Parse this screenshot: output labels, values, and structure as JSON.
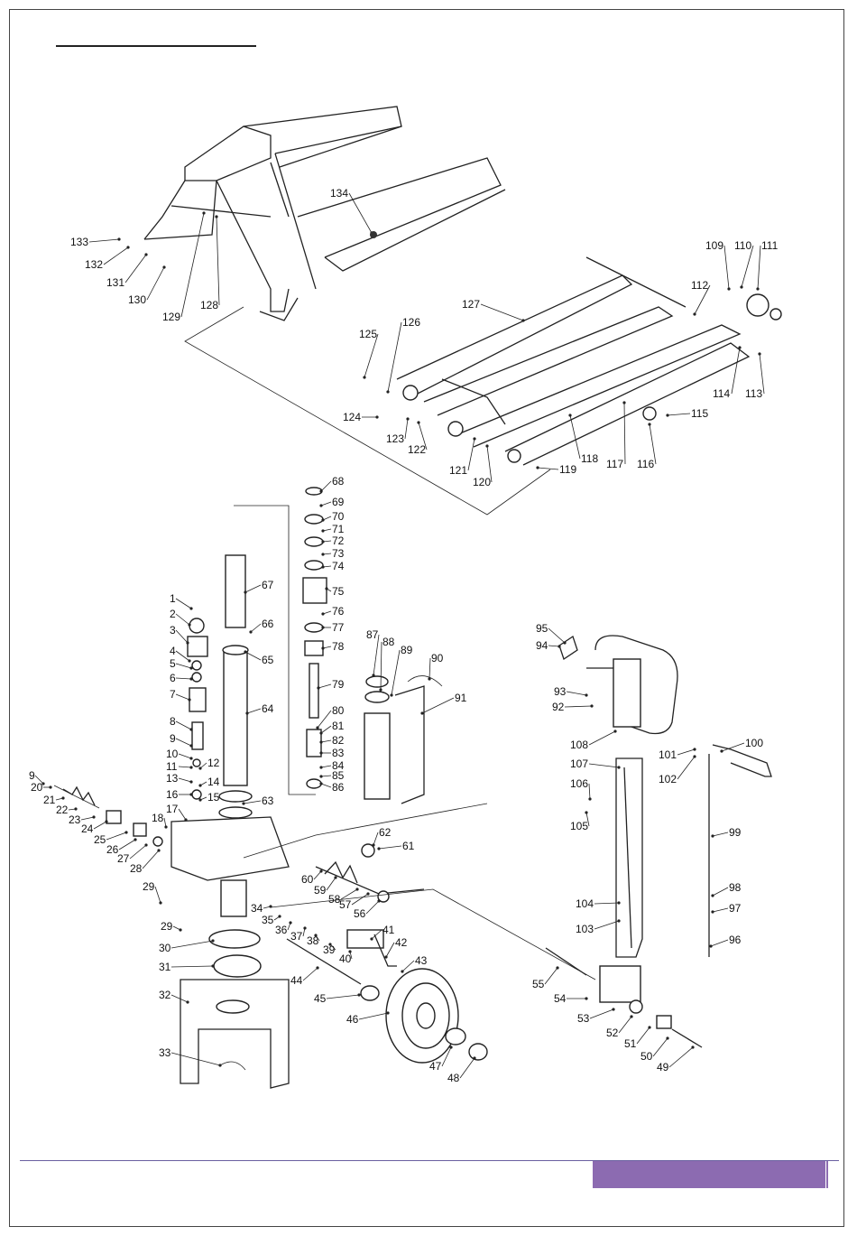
{
  "page": {
    "footer_color": "#8c6bb1"
  },
  "diagram": {
    "callouts": [
      {
        "id": "c1",
        "text": "1"
      },
      {
        "id": "c2",
        "text": "2"
      },
      {
        "id": "c3",
        "text": "3"
      },
      {
        "id": "c4",
        "text": "4"
      },
      {
        "id": "c5",
        "text": "5"
      },
      {
        "id": "c6",
        "text": "6"
      },
      {
        "id": "c7",
        "text": "7"
      },
      {
        "id": "c8",
        "text": "8"
      },
      {
        "id": "c9",
        "text": "9"
      },
      {
        "id": "c9b",
        "text": "9"
      },
      {
        "id": "c10",
        "text": "10"
      },
      {
        "id": "c11",
        "text": "11"
      },
      {
        "id": "c12",
        "text": "12"
      },
      {
        "id": "c13",
        "text": "13"
      },
      {
        "id": "c14",
        "text": "14"
      },
      {
        "id": "c15",
        "text": "15"
      },
      {
        "id": "c16",
        "text": "16"
      },
      {
        "id": "c17",
        "text": "17"
      },
      {
        "id": "c18",
        "text": "18"
      },
      {
        "id": "c20",
        "text": "20"
      },
      {
        "id": "c21",
        "text": "21"
      },
      {
        "id": "c22",
        "text": "22"
      },
      {
        "id": "c23",
        "text": "23"
      },
      {
        "id": "c24",
        "text": "24"
      },
      {
        "id": "c25",
        "text": "25"
      },
      {
        "id": "c26",
        "text": "26"
      },
      {
        "id": "c27",
        "text": "27"
      },
      {
        "id": "c28",
        "text": "28"
      },
      {
        "id": "c29",
        "text": "29"
      },
      {
        "id": "c29b",
        "text": "29"
      },
      {
        "id": "c30",
        "text": "30"
      },
      {
        "id": "c31",
        "text": "31"
      },
      {
        "id": "c32",
        "text": "32"
      },
      {
        "id": "c33",
        "text": "33"
      },
      {
        "id": "c34",
        "text": "34"
      },
      {
        "id": "c35",
        "text": "35"
      },
      {
        "id": "c36",
        "text": "36"
      },
      {
        "id": "c37",
        "text": "37"
      },
      {
        "id": "c38",
        "text": "38"
      },
      {
        "id": "c39",
        "text": "39"
      },
      {
        "id": "c40",
        "text": "40"
      },
      {
        "id": "c41",
        "text": "41"
      },
      {
        "id": "c42",
        "text": "42"
      },
      {
        "id": "c43",
        "text": "43"
      },
      {
        "id": "c44",
        "text": "44"
      },
      {
        "id": "c45",
        "text": "45"
      },
      {
        "id": "c46",
        "text": "46"
      },
      {
        "id": "c47",
        "text": "47"
      },
      {
        "id": "c48",
        "text": "48"
      },
      {
        "id": "c49",
        "text": "49"
      },
      {
        "id": "c50",
        "text": "50"
      },
      {
        "id": "c51",
        "text": "51"
      },
      {
        "id": "c52",
        "text": "52"
      },
      {
        "id": "c53",
        "text": "53"
      },
      {
        "id": "c54",
        "text": "54"
      },
      {
        "id": "c55",
        "text": "55"
      },
      {
        "id": "c56",
        "text": "56"
      },
      {
        "id": "c57",
        "text": "57"
      },
      {
        "id": "c58",
        "text": "58"
      },
      {
        "id": "c59",
        "text": "59"
      },
      {
        "id": "c60",
        "text": "60"
      },
      {
        "id": "c61",
        "text": "61"
      },
      {
        "id": "c62",
        "text": "62"
      },
      {
        "id": "c63",
        "text": "63"
      },
      {
        "id": "c64",
        "text": "64"
      },
      {
        "id": "c65",
        "text": "65"
      },
      {
        "id": "c66",
        "text": "66"
      },
      {
        "id": "c67",
        "text": "67"
      },
      {
        "id": "c68",
        "text": "68"
      },
      {
        "id": "c69",
        "text": "69"
      },
      {
        "id": "c70",
        "text": "70"
      },
      {
        "id": "c71",
        "text": "71"
      },
      {
        "id": "c72",
        "text": "72"
      },
      {
        "id": "c73",
        "text": "73"
      },
      {
        "id": "c74",
        "text": "74"
      },
      {
        "id": "c75",
        "text": "75"
      },
      {
        "id": "c76",
        "text": "76"
      },
      {
        "id": "c77",
        "text": "77"
      },
      {
        "id": "c78",
        "text": "78"
      },
      {
        "id": "c79",
        "text": "79"
      },
      {
        "id": "c80",
        "text": "80"
      },
      {
        "id": "c81",
        "text": "81"
      },
      {
        "id": "c82",
        "text": "82"
      },
      {
        "id": "c83",
        "text": "83"
      },
      {
        "id": "c84",
        "text": "84"
      },
      {
        "id": "c85",
        "text": "85"
      },
      {
        "id": "c86",
        "text": "86"
      },
      {
        "id": "c87",
        "text": "87"
      },
      {
        "id": "c88",
        "text": "88"
      },
      {
        "id": "c89",
        "text": "89"
      },
      {
        "id": "c90",
        "text": "90"
      },
      {
        "id": "c91",
        "text": "91"
      },
      {
        "id": "c92",
        "text": "92"
      },
      {
        "id": "c93",
        "text": "93"
      },
      {
        "id": "c94",
        "text": "94"
      },
      {
        "id": "c95",
        "text": "95"
      },
      {
        "id": "c96",
        "text": "96"
      },
      {
        "id": "c97",
        "text": "97"
      },
      {
        "id": "c98",
        "text": "98"
      },
      {
        "id": "c99",
        "text": "99"
      },
      {
        "id": "c100",
        "text": "100"
      },
      {
        "id": "c101",
        "text": "101"
      },
      {
        "id": "c102",
        "text": "102"
      },
      {
        "id": "c103",
        "text": "103"
      },
      {
        "id": "c104",
        "text": "104"
      },
      {
        "id": "c105",
        "text": "105"
      },
      {
        "id": "c106",
        "text": "106"
      },
      {
        "id": "c107",
        "text": "107"
      },
      {
        "id": "c108",
        "text": "108"
      },
      {
        "id": "c109",
        "text": "109"
      },
      {
        "id": "c110",
        "text": "110"
      },
      {
        "id": "c111",
        "text": "111"
      },
      {
        "id": "c112",
        "text": "112"
      },
      {
        "id": "c113",
        "text": "113"
      },
      {
        "id": "c114",
        "text": "114"
      },
      {
        "id": "c115",
        "text": "115"
      },
      {
        "id": "c116",
        "text": "116"
      },
      {
        "id": "c117",
        "text": "117"
      },
      {
        "id": "c118",
        "text": "118"
      },
      {
        "id": "c119",
        "text": "119"
      },
      {
        "id": "c120",
        "text": "120"
      },
      {
        "id": "c121",
        "text": "121"
      },
      {
        "id": "c122",
        "text": "122"
      },
      {
        "id": "c123",
        "text": "123"
      },
      {
        "id": "c124",
        "text": "124"
      },
      {
        "id": "c125",
        "text": "125"
      },
      {
        "id": "c126",
        "text": "126"
      },
      {
        "id": "c127",
        "text": "127"
      },
      {
        "id": "c128",
        "text": "128"
      },
      {
        "id": "c129",
        "text": "129"
      },
      {
        "id": "c130",
        "text": "130"
      },
      {
        "id": "c131",
        "text": "131"
      },
      {
        "id": "c132",
        "text": "132"
      },
      {
        "id": "c133",
        "text": "133"
      },
      {
        "id": "c134",
        "text": "134"
      }
    ]
  }
}
